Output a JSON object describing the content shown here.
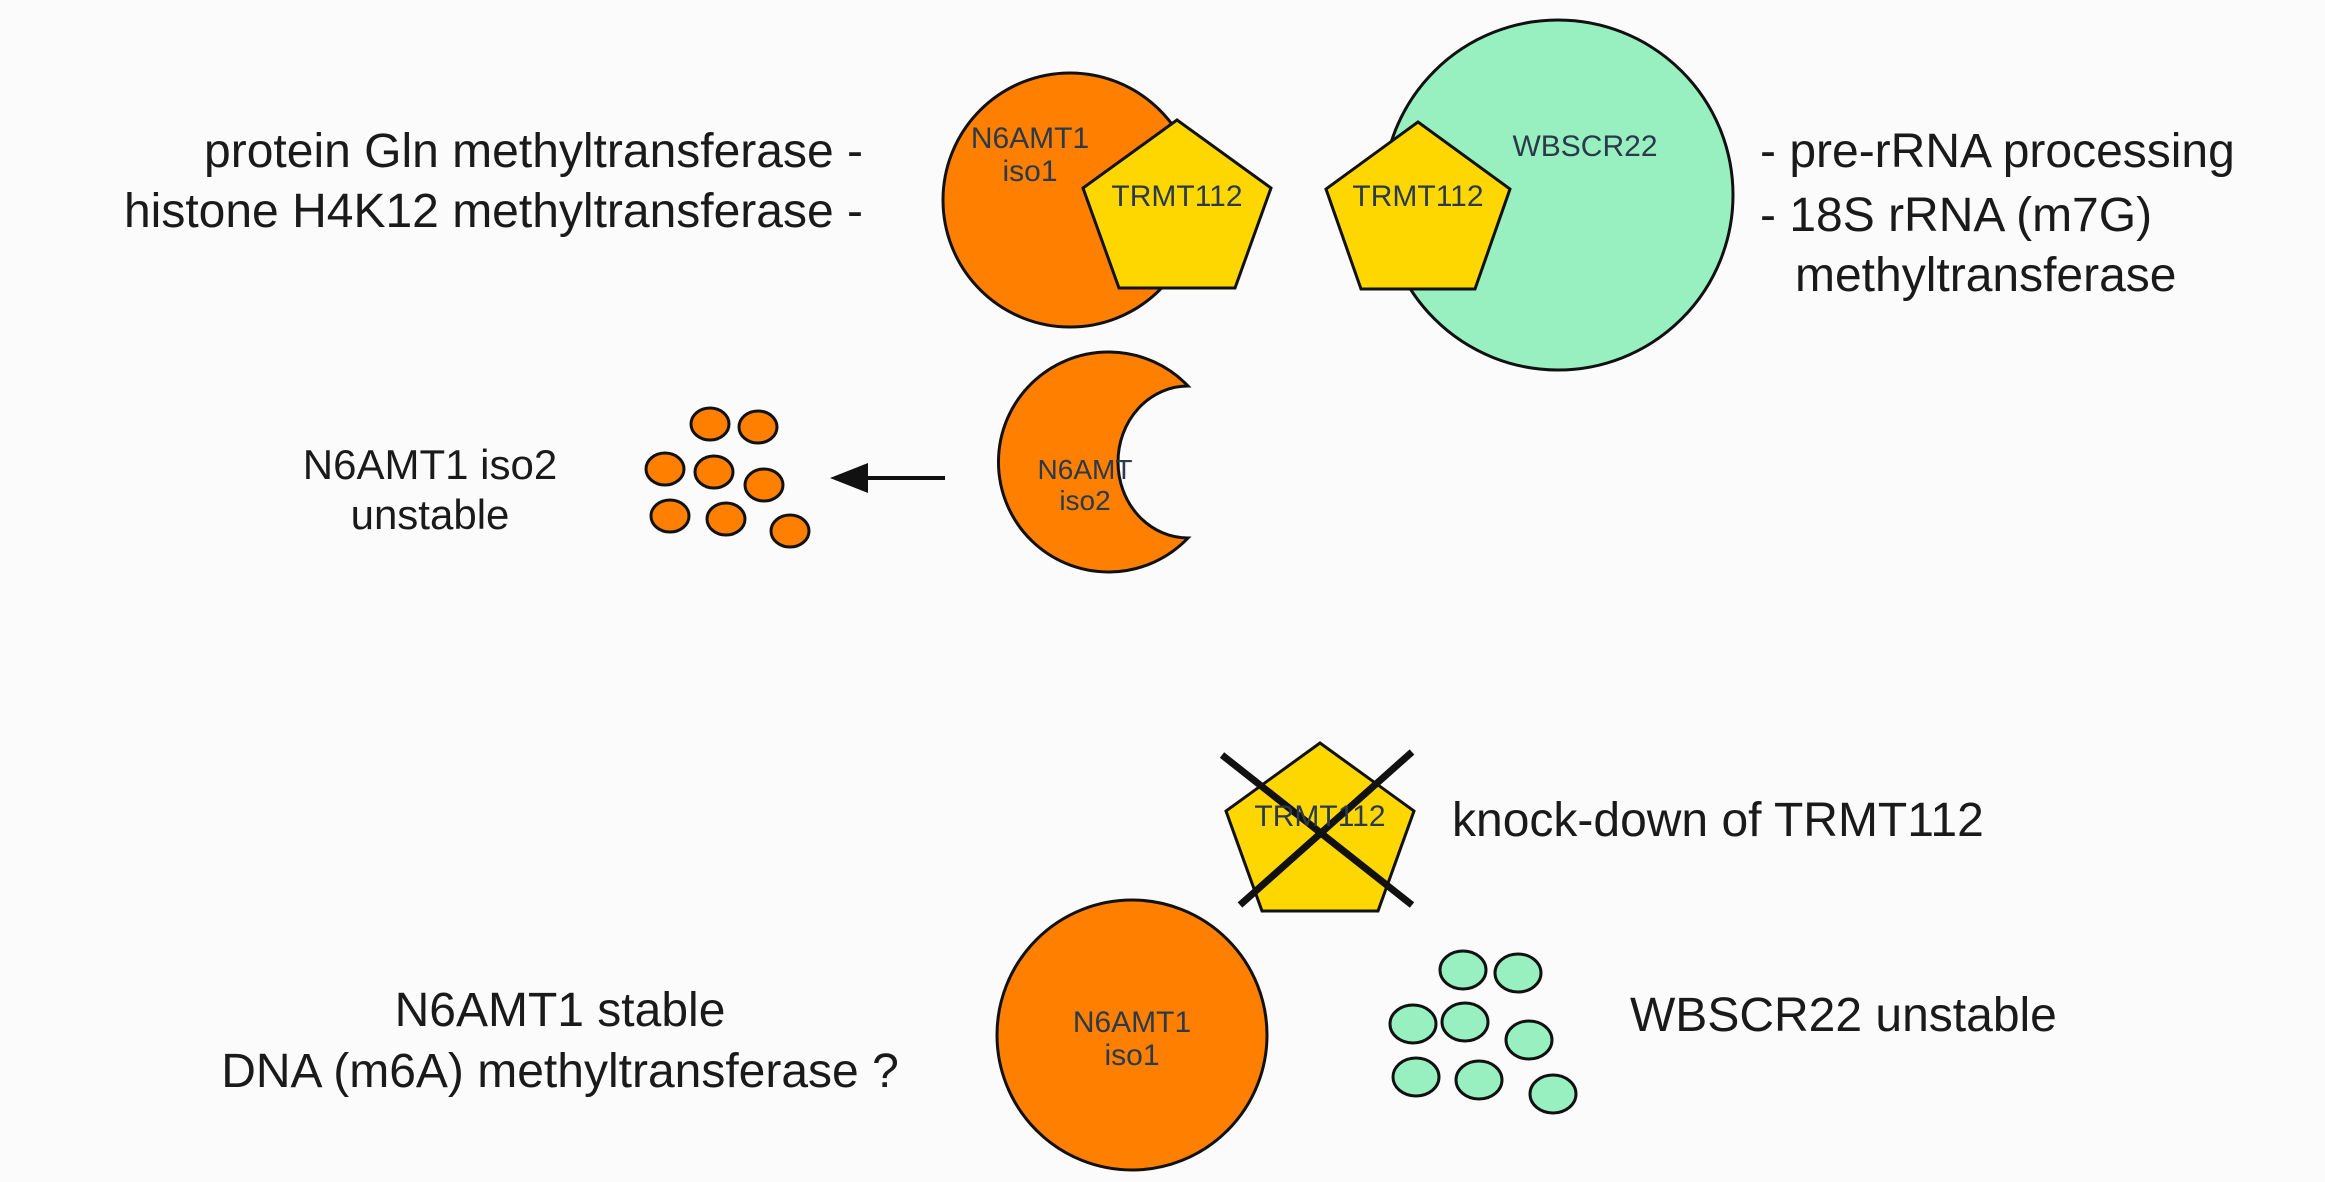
{
  "top_left_labels": [
    "protein Gln methyltransferase -",
    "histone H4K12 methyltransferase -"
  ],
  "top_right_labels": [
    "- pre-rRNA processing",
    "- 18S rRNA (m7G)",
    "methyltransferase"
  ],
  "n6amt1_iso1_label": [
    "N6AMT1",
    "iso1"
  ],
  "trmt112_label": "TRMT112",
  "wbscr22_label": "WBSCR22",
  "n6amt_iso2_label": [
    "N6AMT",
    "iso2"
  ],
  "iso2_caption": [
    "N6AMT1 iso2",
    "unstable"
  ],
  "knockdown_label": "knock-down of TRMT112",
  "bottom_left_labels": [
    "N6AMT1 stable",
    "DNA (m6A) methyltransferase ?"
  ],
  "bottom_right_label": "WBSCR22 unstable",
  "colors": {
    "n6amt1": "#ff7f00",
    "trmt112": "#ffd700",
    "wbscr22": "#98f0c0",
    "outline": "#111111"
  }
}
